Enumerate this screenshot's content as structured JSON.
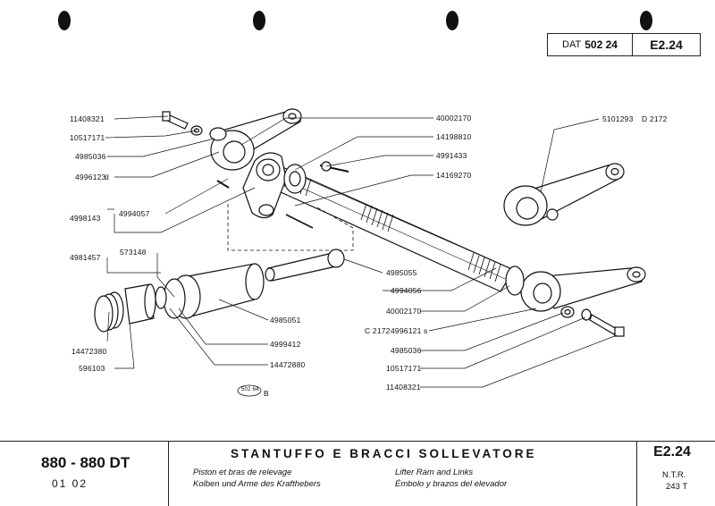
{
  "header": {
    "ref_prefix": "DAT",
    "ref_number": "502 24",
    "code": "E2.24"
  },
  "labels_left": [
    "11408321",
    "10517171",
    "4985036",
    "4996123",
    "d",
    "4994057",
    "4998143",
    "573148",
    "4981457",
    "14472380",
    "596103"
  ],
  "labels_center": [
    "4985051",
    "4999412",
    "14472880"
  ],
  "labels_right": [
    "40002170",
    "14198810",
    "4991433",
    "14169270",
    "5101293",
    "D 2172",
    "4985055",
    "4994056",
    "40002170",
    "C 2172",
    "4996121",
    "s",
    "4985036",
    "10517171",
    "11408321"
  ],
  "stamp": {
    "text": "502 64",
    "suffix": "B"
  },
  "footer": {
    "model": "880 - 880 DT",
    "model_range": "01   02",
    "title": "STANTUFFO E BRACCI SOLLEVATORE",
    "sub_fr": "Piston et bras de relevage",
    "sub_de": "Kolben und Arme des Krafthebers",
    "sub_en": "Lifter Ram and Links",
    "sub_es": "Émbolo y brazos del elevador",
    "code": "E2.24",
    "ntr": "N.T.R.",
    "ntr_value": "243 T"
  }
}
